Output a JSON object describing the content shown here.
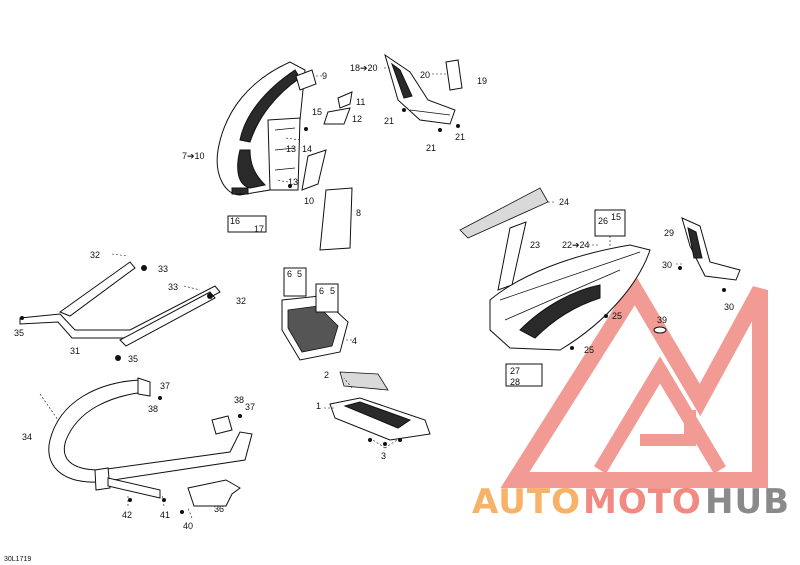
{
  "diagram": {
    "code": "30L1719",
    "labels": [
      {
        "id": "l9",
        "text": "9"
      },
      {
        "id": "l11",
        "text": "11"
      },
      {
        "id": "l12",
        "text": "12"
      },
      {
        "id": "l15a",
        "text": "15"
      },
      {
        "id": "l13a",
        "text": "13"
      },
      {
        "id": "l14",
        "text": "14"
      },
      {
        "id": "l7to10",
        "text": "7➔10"
      },
      {
        "id": "l13b",
        "text": "13"
      },
      {
        "id": "l10",
        "text": "10"
      },
      {
        "id": "l8",
        "text": "8"
      },
      {
        "id": "l16",
        "text": "16"
      },
      {
        "id": "l17",
        "text": "17"
      },
      {
        "id": "l18to20",
        "text": "18➔20"
      },
      {
        "id": "l20",
        "text": "20"
      },
      {
        "id": "l19",
        "text": "19"
      },
      {
        "id": "l21a",
        "text": "21"
      },
      {
        "id": "l21b",
        "text": "21"
      },
      {
        "id": "l21c",
        "text": "21"
      },
      {
        "id": "l24",
        "text": "24"
      },
      {
        "id": "l26",
        "text": "26"
      },
      {
        "id": "l15b",
        "text": "15"
      },
      {
        "id": "l23",
        "text": "23"
      },
      {
        "id": "l22to24",
        "text": "22➔24"
      },
      {
        "id": "l29",
        "text": "29"
      },
      {
        "id": "l30a",
        "text": "30"
      },
      {
        "id": "l30b",
        "text": "30"
      },
      {
        "id": "l25a",
        "text": "25"
      },
      {
        "id": "l39",
        "text": "39"
      },
      {
        "id": "l25b",
        "text": "25"
      },
      {
        "id": "l27",
        "text": "27"
      },
      {
        "id": "l28",
        "text": "28"
      },
      {
        "id": "l32a",
        "text": "32"
      },
      {
        "id": "l33a",
        "text": "33"
      },
      {
        "id": "l33b",
        "text": "33"
      },
      {
        "id": "l32b",
        "text": "32"
      },
      {
        "id": "l35a",
        "text": "35"
      },
      {
        "id": "l31",
        "text": "31"
      },
      {
        "id": "l35b",
        "text": "35"
      },
      {
        "id": "l6a",
        "text": "6"
      },
      {
        "id": "l5a",
        "text": "5"
      },
      {
        "id": "l6b",
        "text": "6"
      },
      {
        "id": "l5b",
        "text": "5"
      },
      {
        "id": "l4",
        "text": "4"
      },
      {
        "id": "l2",
        "text": "2"
      },
      {
        "id": "l1",
        "text": "1"
      },
      {
        "id": "l3",
        "text": "3"
      },
      {
        "id": "l37a",
        "text": "37"
      },
      {
        "id": "l38a",
        "text": "38"
      },
      {
        "id": "l38b",
        "text": "38"
      },
      {
        "id": "l37b",
        "text": "37"
      },
      {
        "id": "l34",
        "text": "34"
      },
      {
        "id": "l42",
        "text": "42"
      },
      {
        "id": "l41",
        "text": "41"
      },
      {
        "id": "l40",
        "text": "40"
      },
      {
        "id": "l36",
        "text": "36"
      }
    ]
  },
  "watermark": {
    "part1": "AUTO",
    "part2": "MOTO",
    "part3": "HUB",
    "colors": {
      "accent": "#f08a82",
      "orange": "#f7b267",
      "gray": "#8a8a8a"
    }
  }
}
